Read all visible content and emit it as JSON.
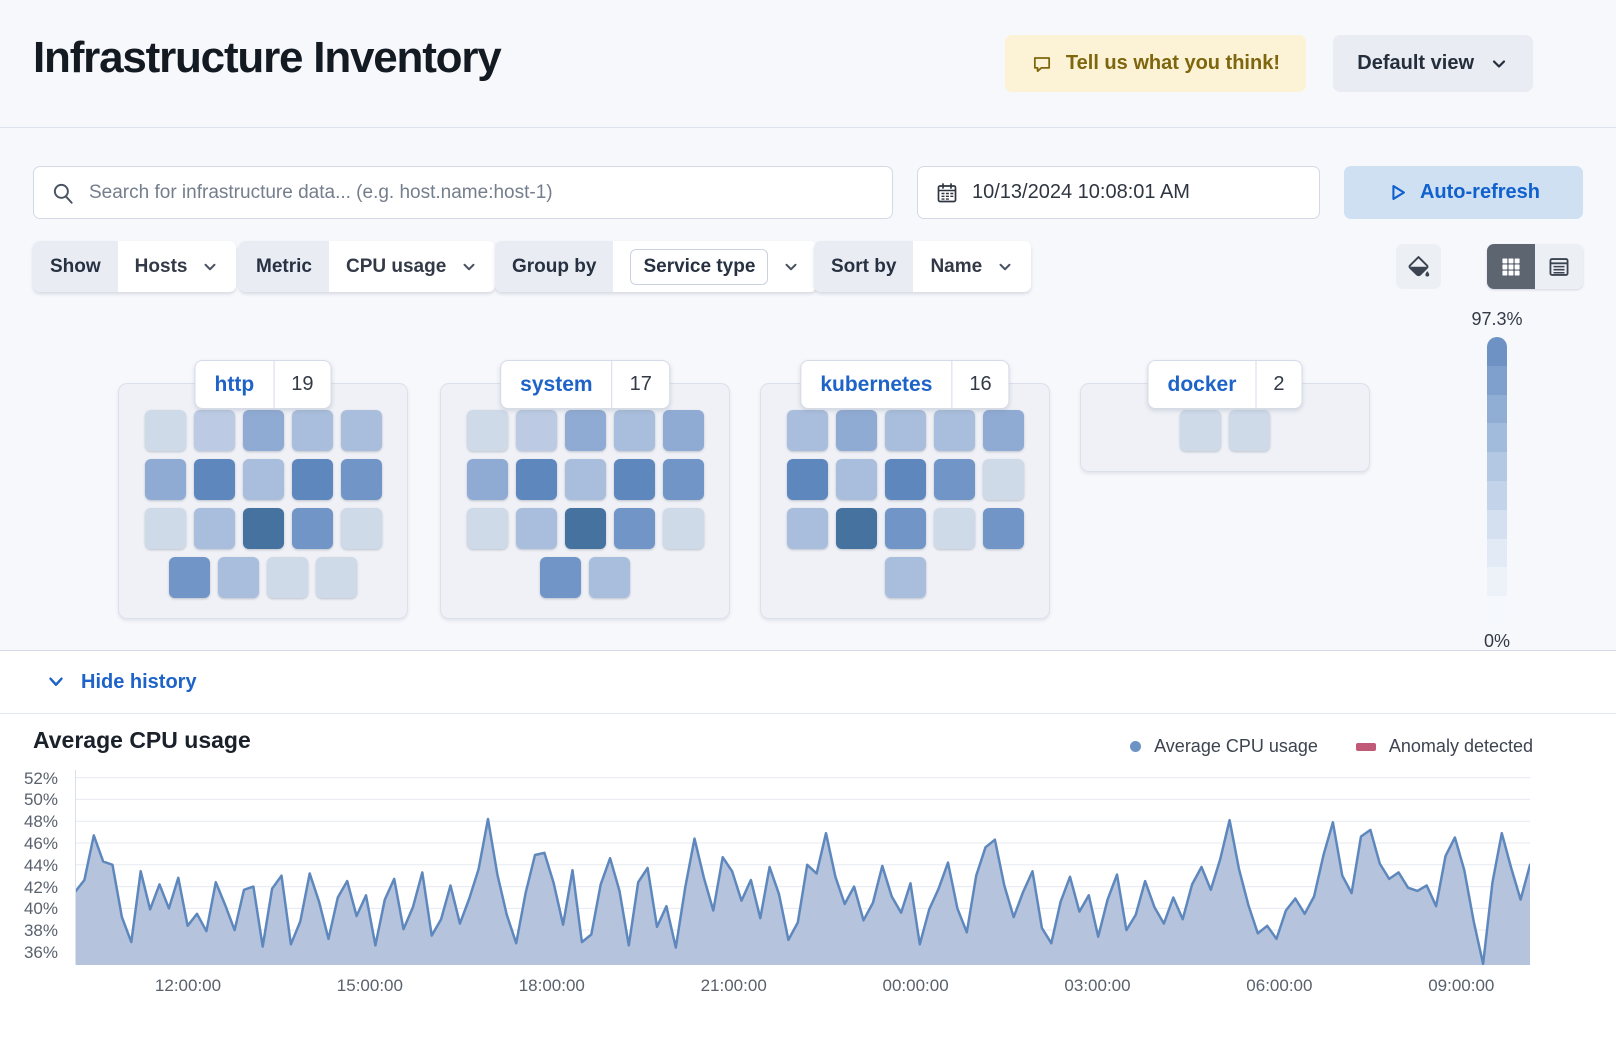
{
  "header": {
    "title": "Infrastructure Inventory",
    "feedback_button": "Tell us what you think!",
    "view_selector": "Default view"
  },
  "toolbar": {
    "search_placeholder": "Search for infrastructure data... (e.g. host.name:host-1)",
    "datetime": "10/13/2024 10:08:01 AM",
    "auto_refresh_label": "Auto-refresh"
  },
  "filters": {
    "show": {
      "label": "Show",
      "value": "Hosts"
    },
    "metric": {
      "label": "Metric",
      "value": "CPU usage"
    },
    "group_by": {
      "label": "Group by",
      "value": "Service type"
    },
    "sort_by": {
      "label": "Sort by",
      "value": "Name"
    }
  },
  "icons": {
    "feedback": "speech-bubble",
    "search": "magnifier",
    "date": "calendar",
    "auto_refresh": "play-outline",
    "dropdowns": "chevron-down",
    "color_fill": "paint-bucket",
    "map_view": "grid",
    "table_view": "table"
  },
  "colors": {
    "primary_blue": "#1e63c8",
    "feedback_bg": "#fcf2d5",
    "feedback_text": "#7e660e",
    "auto_refresh_bg": "#cfe0f3"
  },
  "waffle": {
    "palette": [
      "#cfdae9",
      "#bccbe3",
      "#a9bedd",
      "#8fabd3",
      "#7195c6",
      "#5d87bd",
      "#45729f"
    ],
    "groups": [
      {
        "name": "http",
        "count": "19",
        "rows": [
          [
            0,
            1,
            3,
            2,
            2
          ],
          [
            3,
            5,
            2,
            5,
            4
          ],
          [
            0,
            2,
            6,
            4,
            0
          ],
          [
            4,
            2,
            0,
            0
          ]
        ]
      },
      {
        "name": "system",
        "count": "17",
        "rows": [
          [
            0,
            1,
            3,
            2,
            3
          ],
          [
            3,
            5,
            2,
            5,
            4
          ],
          [
            0,
            2,
            6,
            4,
            0
          ],
          [
            4,
            2
          ]
        ]
      },
      {
        "name": "kubernetes",
        "count": "16",
        "rows": [
          [
            2,
            3,
            2,
            2,
            3
          ],
          [
            5,
            2,
            5,
            4,
            0
          ],
          [
            2,
            6,
            4,
            0,
            4
          ],
          [
            2
          ]
        ]
      },
      {
        "name": "docker",
        "count": "2",
        "rows": [
          [
            0,
            0
          ]
        ]
      }
    ],
    "legend": {
      "max": "97.3%",
      "min": "0%",
      "colors": [
        "#6e92c3",
        "#7f9fcc",
        "#90add4",
        "#a1bbdc",
        "#b2c8e3",
        "#c3d4ea",
        "#d4e0f0",
        "#e2eaf6",
        "#edf2f9",
        "#f5f8fc"
      ]
    }
  },
  "history": {
    "toggle_label": "Hide history"
  },
  "chart_data": {
    "type": "area",
    "title": "Average CPU usage",
    "xlabel": "",
    "ylabel": "",
    "legend": [
      {
        "label": "Average CPU usage",
        "color": "#6d93c4",
        "marker": "dot"
      },
      {
        "label": "Anomaly detected",
        "color": "#c05a78",
        "marker": "bar"
      }
    ],
    "legend_position": "top-right",
    "grid": true,
    "y_ticks": [
      "52%",
      "50%",
      "48%",
      "46%",
      "44%",
      "42%",
      "40%",
      "38%",
      "36%"
    ],
    "y_tick_values": [
      52,
      50,
      48,
      46,
      44,
      42,
      40,
      38,
      36
    ],
    "ylim": [
      34.8,
      52.7
    ],
    "x_ticks": [
      "12:00:00",
      "15:00:00",
      "18:00:00",
      "21:00:00",
      "00:00:00",
      "03:00:00",
      "06:00:00",
      "09:00:00"
    ],
    "line_color": "#5e88bd",
    "fill_color": "#b5c3dc",
    "values": [
      41.5,
      42.6,
      46.7,
      44.3,
      44.0,
      39.2,
      36.9,
      43.4,
      39.9,
      42.2,
      40.0,
      42.8,
      38.4,
      39.5,
      37.9,
      42.4,
      40.3,
      38.0,
      41.7,
      42.0,
      36.5,
      41.8,
      43.0,
      36.7,
      38.8,
      43.2,
      40.6,
      37.2,
      41.0,
      42.5,
      39.3,
      41.2,
      36.6,
      40.8,
      42.7,
      38.1,
      40.1,
      43.3,
      37.5,
      39.0,
      42.1,
      38.6,
      40.9,
      43.6,
      48.2,
      43.1,
      39.4,
      36.8,
      41.4,
      44.9,
      45.1,
      42.3,
      38.5,
      43.5,
      36.9,
      37.6,
      42.2,
      44.6,
      41.6,
      36.6,
      42.4,
      43.7,
      38.3,
      40.2,
      36.4,
      41.9,
      46.4,
      42.8,
      39.8,
      44.7,
      43.4,
      40.7,
      42.6,
      39.1,
      43.8,
      41.3,
      37.1,
      38.7,
      44.0,
      43.2,
      46.9,
      42.9,
      40.4,
      42.0,
      38.9,
      40.5,
      43.9,
      41.1,
      39.6,
      42.3,
      36.7,
      39.9,
      41.8,
      44.2,
      40.0,
      37.8,
      43.0,
      45.6,
      46.3,
      42.1,
      39.2,
      41.5,
      43.4,
      38.2,
      36.8,
      40.6,
      42.9,
      39.7,
      41.2,
      37.4,
      40.8,
      43.1,
      38.0,
      39.4,
      42.5,
      40.1,
      38.6,
      41.0,
      39.0,
      42.2,
      43.8,
      41.7,
      44.5,
      48.1,
      43.6,
      40.3,
      37.7,
      38.4,
      37.2,
      39.8,
      40.9,
      39.5,
      41.1,
      44.9,
      47.9,
      43.0,
      41.4,
      46.6,
      47.2,
      44.1,
      42.7,
      43.3,
      41.9,
      41.6,
      42.1,
      40.2,
      44.8,
      46.5,
      43.5,
      38.8,
      34.9,
      42.4,
      46.9,
      43.7,
      40.8,
      44.0
    ]
  }
}
